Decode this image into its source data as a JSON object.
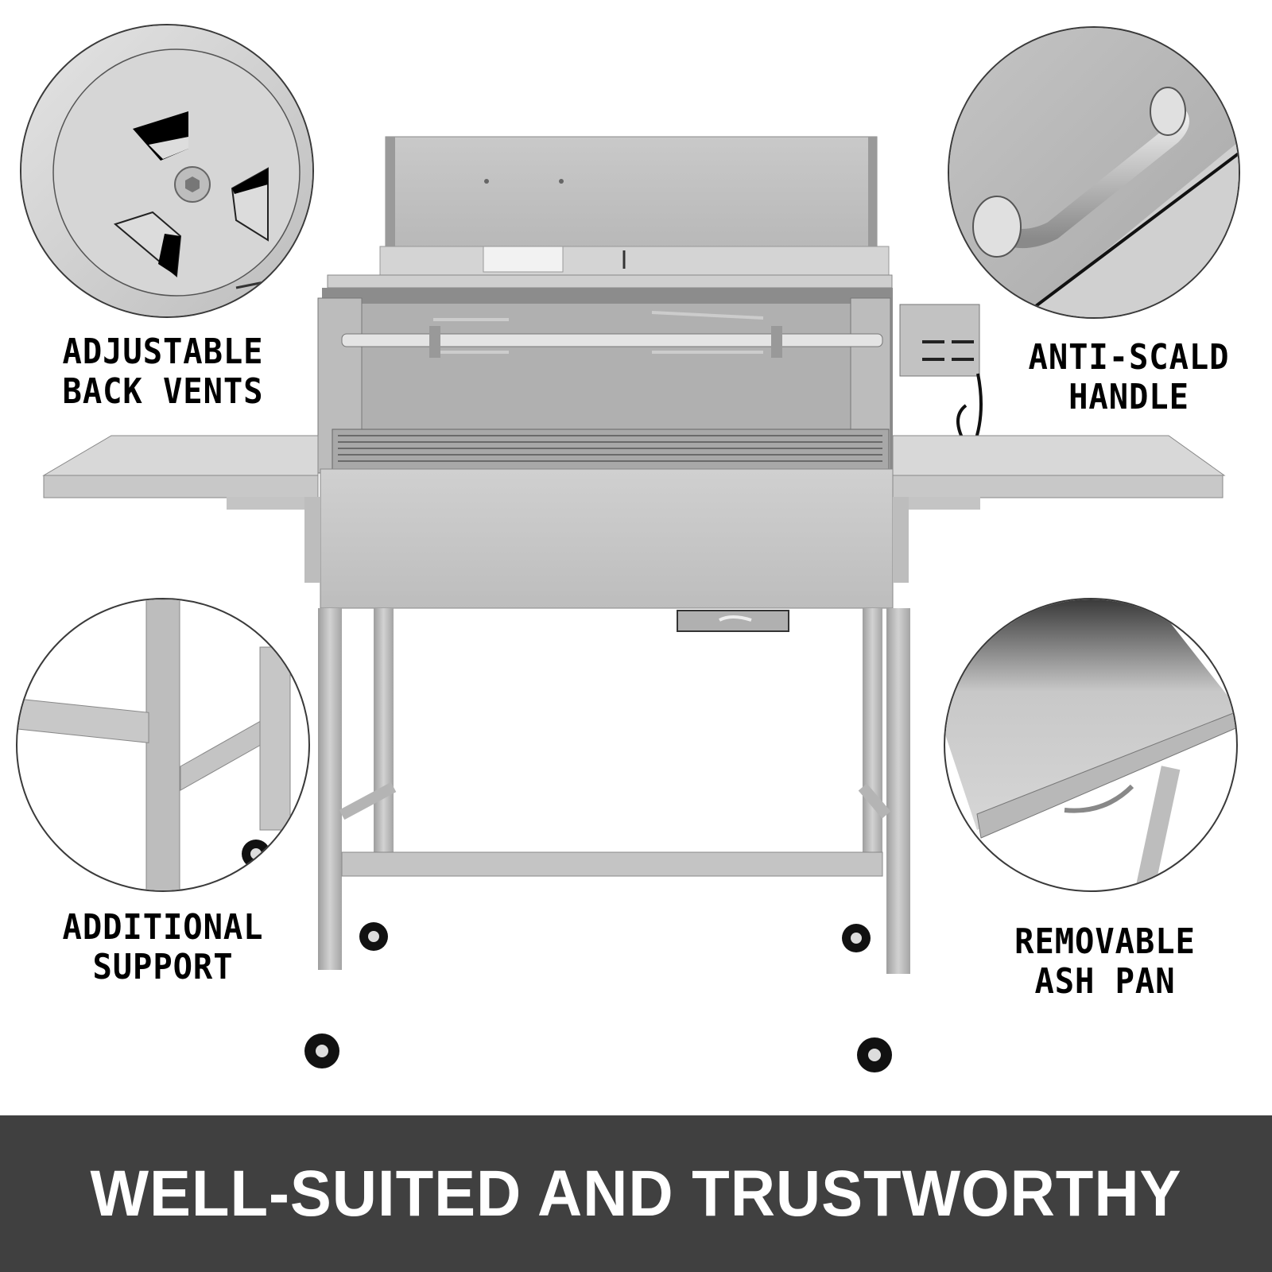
{
  "callouts": {
    "top_left": {
      "line1": "ADJUSTABLE",
      "line2": "BACK VENTS",
      "icon": "vent-disc"
    },
    "top_right": {
      "line1": "ANTI-SCALD",
      "line2": "HANDLE",
      "icon": "handle"
    },
    "bottom_left": {
      "line1": "ADDITIONAL",
      "line2": "SUPPORT",
      "icon": "frame-support"
    },
    "bottom_right": {
      "line1": "REMOVABLE",
      "line2": "ASH PAN",
      "icon": "ash-pan"
    }
  },
  "banner": {
    "text": "WELL-SUITED AND TRUSTWORTHY",
    "background": "#404040",
    "color": "#ffffff"
  },
  "product": {
    "name": "stainless-steel-rotisserie-grill",
    "color": "#c8c8c8"
  }
}
